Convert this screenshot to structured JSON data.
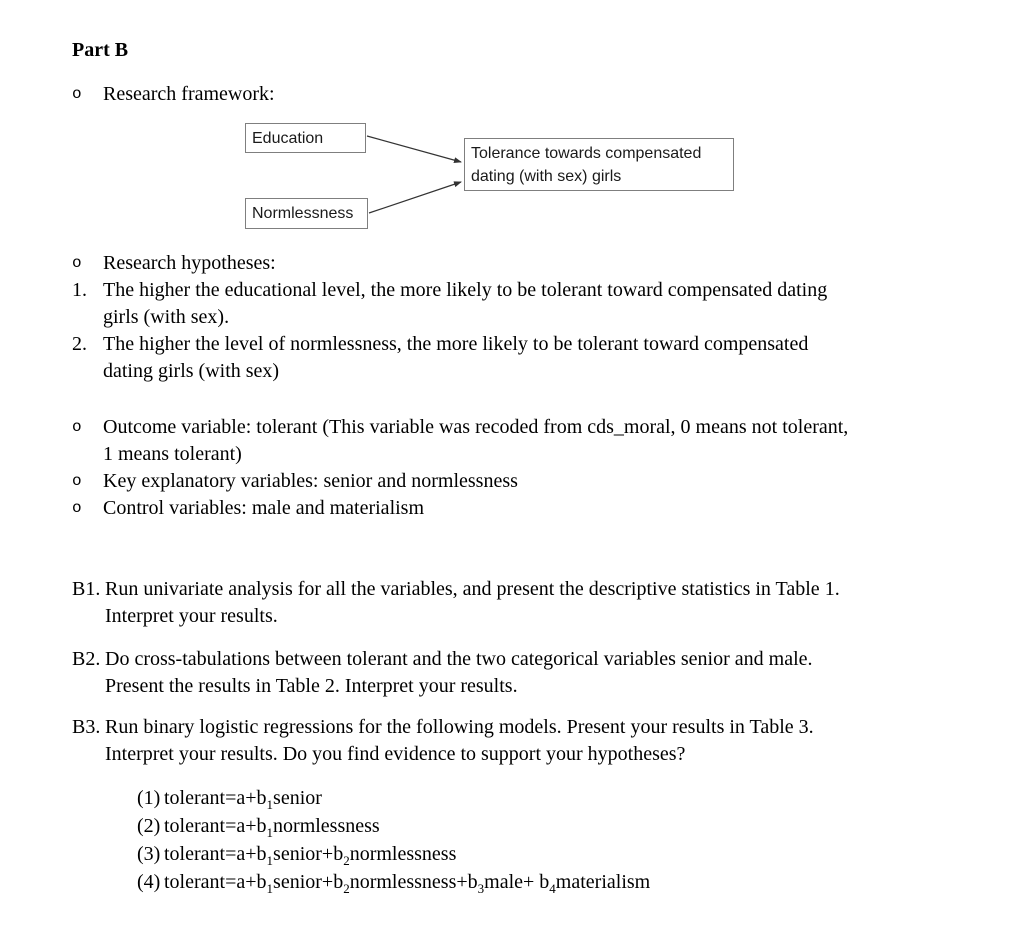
{
  "title": "Part B",
  "bullet_char": "o",
  "framework": {
    "label": "Research framework:",
    "diagram": {
      "education": "Education",
      "normlessness": "Normlessness",
      "outcome": "Tolerance towards compensated dating (with sex) girls"
    }
  },
  "hypotheses": {
    "label": "Research hypotheses:",
    "items": [
      {
        "num": "1.",
        "text": "The higher the educational level, the more likely to be tolerant toward compensated dating\ngirls (with sex)."
      },
      {
        "num": "2.",
        "text": "The higher the level of normlessness, the more likely to be tolerant toward compensated\ndating girls (with sex)"
      }
    ]
  },
  "variables": {
    "items": [
      {
        "text": "Outcome variable: tolerant (This variable was recoded from cds_moral, 0 means not tolerant,\n1 means tolerant)"
      },
      {
        "text": "Key explanatory variables: senior and normlessness"
      },
      {
        "text": "Control variables: male and materialism"
      }
    ]
  },
  "tasks": {
    "items": [
      {
        "label": "B1.",
        "text": "Run univariate analysis for all the variables, and present the descriptive statistics in Table 1.\nInterpret your results."
      },
      {
        "label": "B2.",
        "text": "Do cross-tabulations between tolerant and the two categorical variables senior and male.\nPresent the results in Table 2. Interpret your results."
      },
      {
        "label": "B3.",
        "text": "Run binary logistic regressions for the following models. Present your results in Table 3.\nInterpret your results. Do you find evidence to support your hypotheses?"
      }
    ]
  },
  "equations": {
    "items": [
      {
        "label": "(1)",
        "parts": [
          {
            "t": "tolerant=a+b"
          },
          {
            "t": "1",
            "sub": true
          },
          {
            "t": "senior"
          }
        ]
      },
      {
        "label": "(2)",
        "parts": [
          {
            "t": "tolerant=a+b"
          },
          {
            "t": "1",
            "sub": true
          },
          {
            "t": "normlessness"
          }
        ]
      },
      {
        "label": "(3)",
        "parts": [
          {
            "t": "tolerant=a+b"
          },
          {
            "t": "1",
            "sub": true
          },
          {
            "t": "senior+b"
          },
          {
            "t": "2",
            "sub": true
          },
          {
            "t": "normlessness"
          }
        ]
      },
      {
        "label": "(4)",
        "parts": [
          {
            "t": "tolerant=a+b"
          },
          {
            "t": "1",
            "sub": true
          },
          {
            "t": "senior+b"
          },
          {
            "t": "2",
            "sub": true
          },
          {
            "t": "normlessness+b"
          },
          {
            "t": "3",
            "sub": true
          },
          {
            "t": "male+ b"
          },
          {
            "t": "4",
            "sub": true
          },
          {
            "t": "materialism"
          }
        ]
      }
    ]
  },
  "colors": {
    "background": "#ffffff",
    "text": "#000000",
    "box_border": "#7f7f7f",
    "arrow": "#333333"
  }
}
